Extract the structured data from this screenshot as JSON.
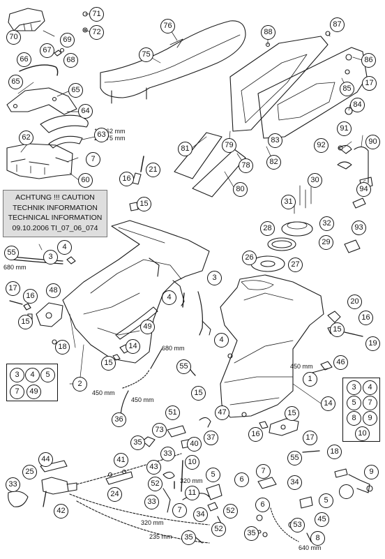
{
  "notice": {
    "line1": "ACHTUNG !!! CAUTION",
    "line2": "TECHNIK INFORMATION",
    "line3": "TECHNICAL INFORMATION",
    "line4": "09.10.2006  TI_07_06_074"
  },
  "dimensions": {
    "d_cable_lengths": "1x 162 mm\n2x 275 mm",
    "d680a": "680 mm",
    "d680b": "680 mm",
    "d450a": "450 mm",
    "d450b": "450 mm",
    "d450c": "450 mm",
    "d320a": "320 mm",
    "d320b": "320 mm",
    "d235": "235 mm",
    "d640": "640 mm"
  },
  "kit_left": [
    "3",
    "4",
    "5",
    "7",
    "49"
  ],
  "kit_right": [
    "3",
    "4",
    "5",
    "7",
    "8",
    "9",
    "10"
  ],
  "callouts": [
    "71",
    "72",
    "70",
    "69",
    "67",
    "68",
    "66",
    "65",
    "65",
    "64",
    "63",
    "62",
    "7",
    "60",
    "76",
    "75",
    "88",
    "87",
    "86",
    "17",
    "84",
    "85",
    "91",
    "92",
    "90",
    "83",
    "82",
    "81",
    "79",
    "78",
    "80",
    "94",
    "30",
    "21",
    "16",
    "15",
    "31",
    "32",
    "93",
    "28",
    "29",
    "26",
    "27",
    "55",
    "3",
    "4",
    "17",
    "16",
    "48",
    "15",
    "18",
    "4",
    "3",
    "4",
    "49",
    "14",
    "15",
    "2",
    "20",
    "16",
    "15",
    "19",
    "46",
    "55",
    "1",
    "14",
    "15",
    "47",
    "15",
    "16",
    "17",
    "18",
    "55",
    "36",
    "51",
    "73",
    "35",
    "33",
    "40",
    "37",
    "44",
    "41",
    "43",
    "24",
    "25",
    "33",
    "42",
    "52",
    "10",
    "5",
    "6",
    "7",
    "34",
    "11",
    "52",
    "33",
    "7",
    "34",
    "52",
    "35",
    "6",
    "5",
    "45",
    "35",
    "53",
    "8",
    "9"
  ]
}
